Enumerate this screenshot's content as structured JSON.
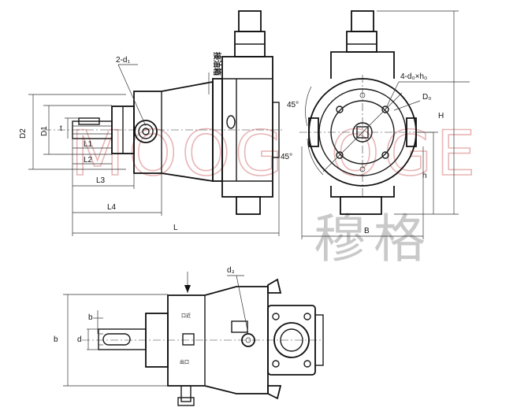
{
  "watermark": {
    "latin": "MOOG",
    "cjk": "穆格",
    "color": "#e8b6b6"
  },
  "labels": {
    "oil_connection": "接油箱",
    "inlet": "口近",
    "outlet": "出口",
    "holes_d1": "2-d₁",
    "d0_holes": "4-d₀×h₀",
    "D0": "D₀",
    "d3": "d₃",
    "angle_upper": "45°",
    "angle_lower": "45°"
  },
  "dimensions": {
    "D2": "D2",
    "D1": "D1",
    "t": "t",
    "L1": "L1",
    "L2": "L2",
    "L3": "L3",
    "L4": "L4",
    "L": "L",
    "H": "H",
    "h": "h",
    "B": "B",
    "b_outer": "b",
    "b_key": "b",
    "d": "d"
  }
}
